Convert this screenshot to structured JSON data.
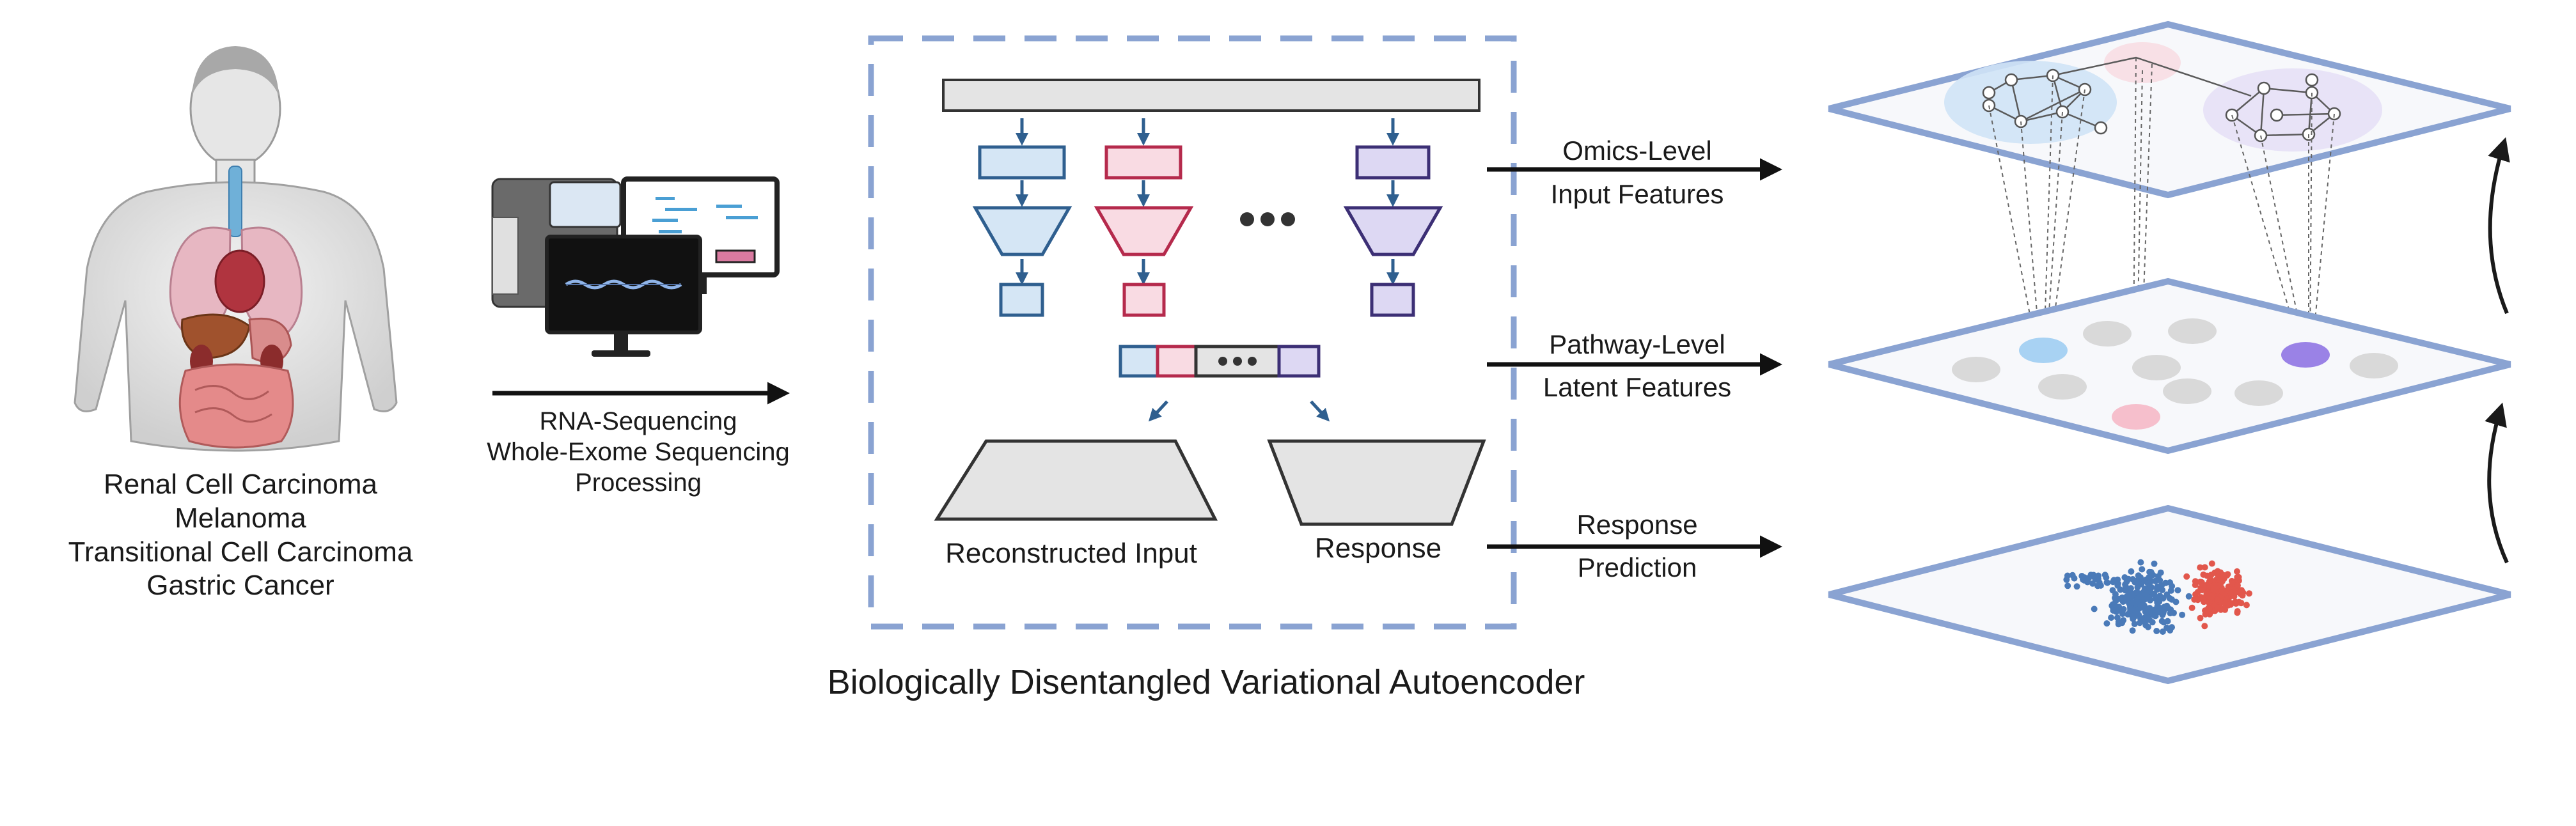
{
  "cancer_types": [
    "Renal Cell Carcinoma",
    "Melanoma",
    "Transitional Cell Carcinoma",
    "Gastric Cancer"
  ],
  "sequencing_steps": [
    "RNA-Sequencing",
    "Whole-Exome Sequencing",
    "Processing"
  ],
  "model": {
    "title": "Biologically Disentangled Variational Autoencoder",
    "reconstructed_label": "Reconstructed Input",
    "response_label": "Response"
  },
  "outputs": [
    {
      "line1": "Omics-Level",
      "line2": "Input Features"
    },
    {
      "line1": "Pathway-Level",
      "line2": "Latent Features"
    },
    {
      "line1": "Response",
      "line2": "Prediction"
    }
  ],
  "colors": {
    "blue": "#4a7ab8",
    "blue_fill": "#d5e6f5",
    "red": "#c23a5a",
    "red_fill": "#f9dbe3",
    "purple": "#5a4a96",
    "purple_fill": "#ddd8f3",
    "gray_fill": "#e4e4e4",
    "plane": "#8aa3d2",
    "dash_box": "#8aa3d2"
  }
}
